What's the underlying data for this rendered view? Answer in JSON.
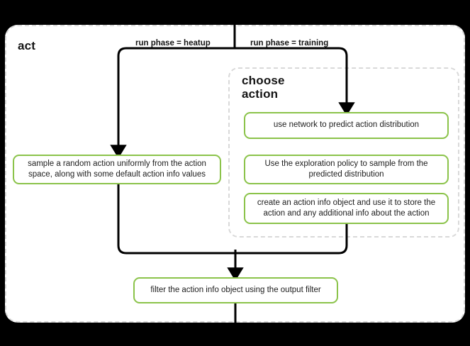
{
  "diagram": {
    "title": "act",
    "type": "flowchart",
    "background_color": "#000000",
    "canvas_color": "#ffffff",
    "node_border_color": "#8bc34a",
    "group_border_color": "#d9d9d9",
    "edge_color": "#000000"
  },
  "groups": [
    {
      "id": "act",
      "label": "act"
    },
    {
      "id": "choose_action",
      "label": "choose\naction",
      "label_line1": "choose",
      "label_line2": "action"
    }
  ],
  "edge_labels": {
    "heatup": "run phase = heatup",
    "training": "run phase = training"
  },
  "nodes": {
    "sample": "sample a random action uniformly from the action space, along with some default action info values",
    "predict": "use network to predict action distribution",
    "explore": "Use the exploration policy to sample from the predicted distribution",
    "action_info": "create an action info object and use it to store the action and any additional info about the action",
    "filter": "filter the action info object using the output filter"
  }
}
